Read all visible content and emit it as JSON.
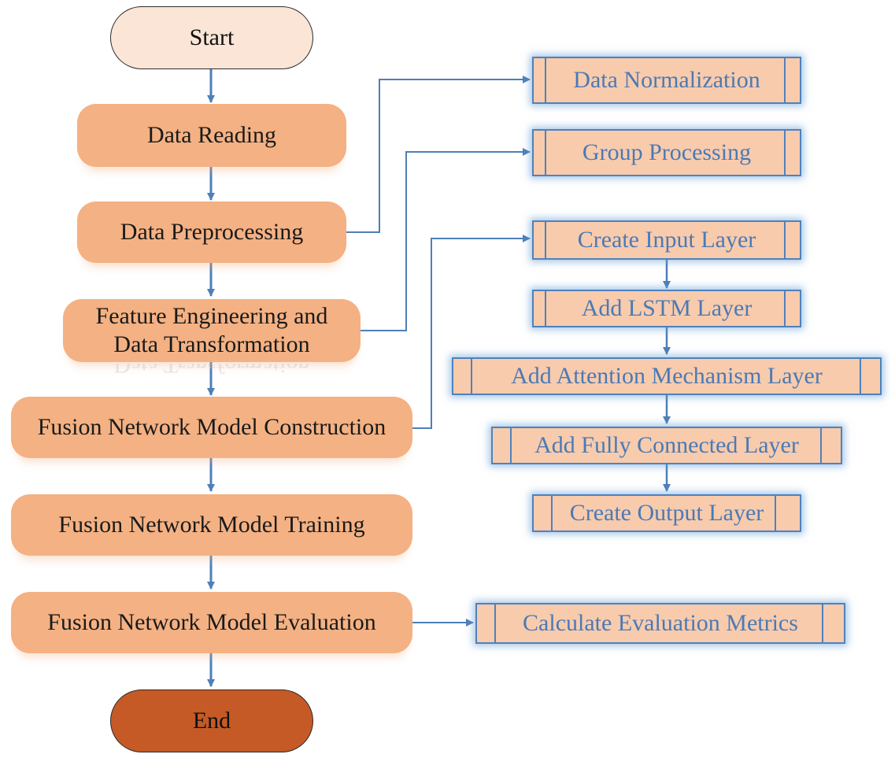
{
  "flow": {
    "start": "Start",
    "data_reading": "Data Reading",
    "data_preprocessing": "Data Preprocessing",
    "feature_engineering_line1": "Feature Engineering and",
    "feature_engineering_line2": "Data Transformation",
    "model_construction": "Fusion Network Model Construction",
    "model_training": "Fusion Network Model Training",
    "model_evaluation": "Fusion Network Model Evaluation",
    "end": "End"
  },
  "subprocesses": {
    "data_normalization": "Data Normalization",
    "group_processing": "Group Processing",
    "create_input_layer": "Create Input Layer",
    "add_lstm_layer": "Add LSTM Layer",
    "add_attention_layer": "Add Attention Mechanism Layer",
    "add_fully_connected_layer": "Add Fully Connected Layer",
    "create_output_layer": "Create Output Layer",
    "calculate_metrics": "Calculate Evaluation Metrics"
  },
  "colors": {
    "main_fill": "#f4b183",
    "start_fill": "#fbe5d6",
    "end_fill": "#c55a26",
    "sub_fill": "#f8cbad",
    "sub_border": "#4f81bd",
    "sub_text": "#4a7ab5",
    "arrow": "#4e7fb8"
  }
}
